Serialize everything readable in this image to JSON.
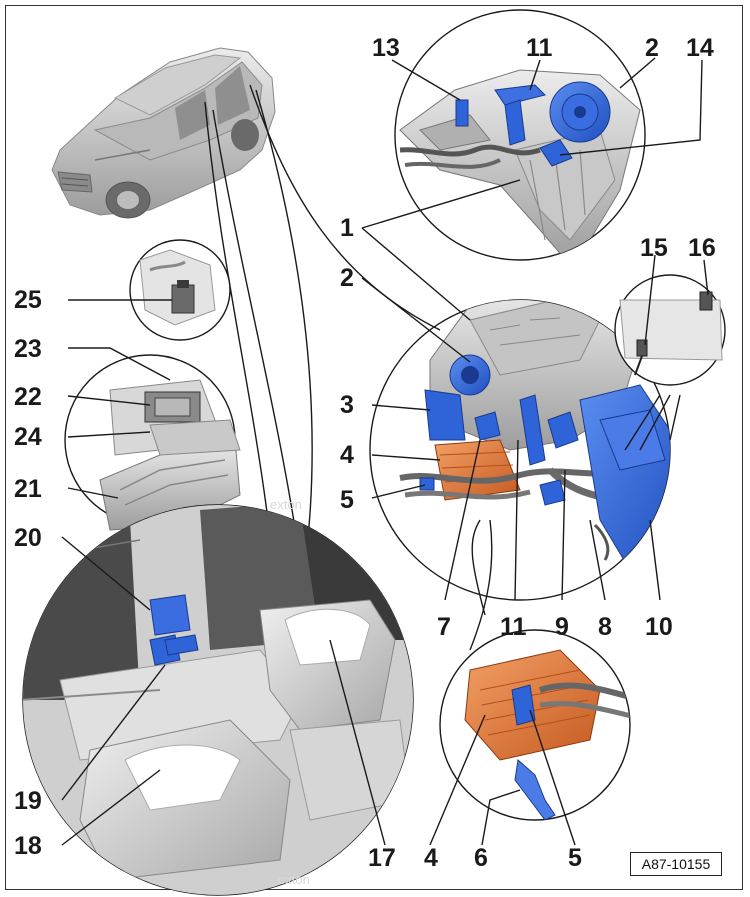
{
  "figure": {
    "reference": "A87-10155",
    "watermark": "exton"
  },
  "callouts": [
    {
      "id": "c13",
      "label": "13"
    },
    {
      "id": "c11a",
      "label": "11"
    },
    {
      "id": "c2a",
      "label": "2"
    },
    {
      "id": "c14",
      "label": "14"
    },
    {
      "id": "c1",
      "label": "1"
    },
    {
      "id": "c2b",
      "label": "2"
    },
    {
      "id": "c15",
      "label": "15"
    },
    {
      "id": "c16",
      "label": "16"
    },
    {
      "id": "c25",
      "label": "25"
    },
    {
      "id": "c23",
      "label": "23"
    },
    {
      "id": "c3",
      "label": "3"
    },
    {
      "id": "c22",
      "label": "22"
    },
    {
      "id": "c24",
      "label": "24"
    },
    {
      "id": "c4a",
      "label": "4"
    },
    {
      "id": "c21",
      "label": "21"
    },
    {
      "id": "c5a",
      "label": "5"
    },
    {
      "id": "c20",
      "label": "20"
    },
    {
      "id": "c7",
      "label": "7"
    },
    {
      "id": "c11b",
      "label": "11"
    },
    {
      "id": "c9",
      "label": "9"
    },
    {
      "id": "c8",
      "label": "8"
    },
    {
      "id": "c10",
      "label": "10"
    },
    {
      "id": "c19",
      "label": "19"
    },
    {
      "id": "c18",
      "label": "18"
    },
    {
      "id": "c17",
      "label": "17"
    },
    {
      "id": "c4b",
      "label": "4"
    },
    {
      "id": "c6",
      "label": "6"
    },
    {
      "id": "c5b",
      "label": "5"
    }
  ],
  "colors": {
    "component_blue": "#2f63d8",
    "heater_orange": "#e07a3c",
    "line_dark": "#1a1a1a",
    "gray_light": "#d4d4d4",
    "gray_mid": "#9a9a9a",
    "gray_dark": "#555555"
  }
}
